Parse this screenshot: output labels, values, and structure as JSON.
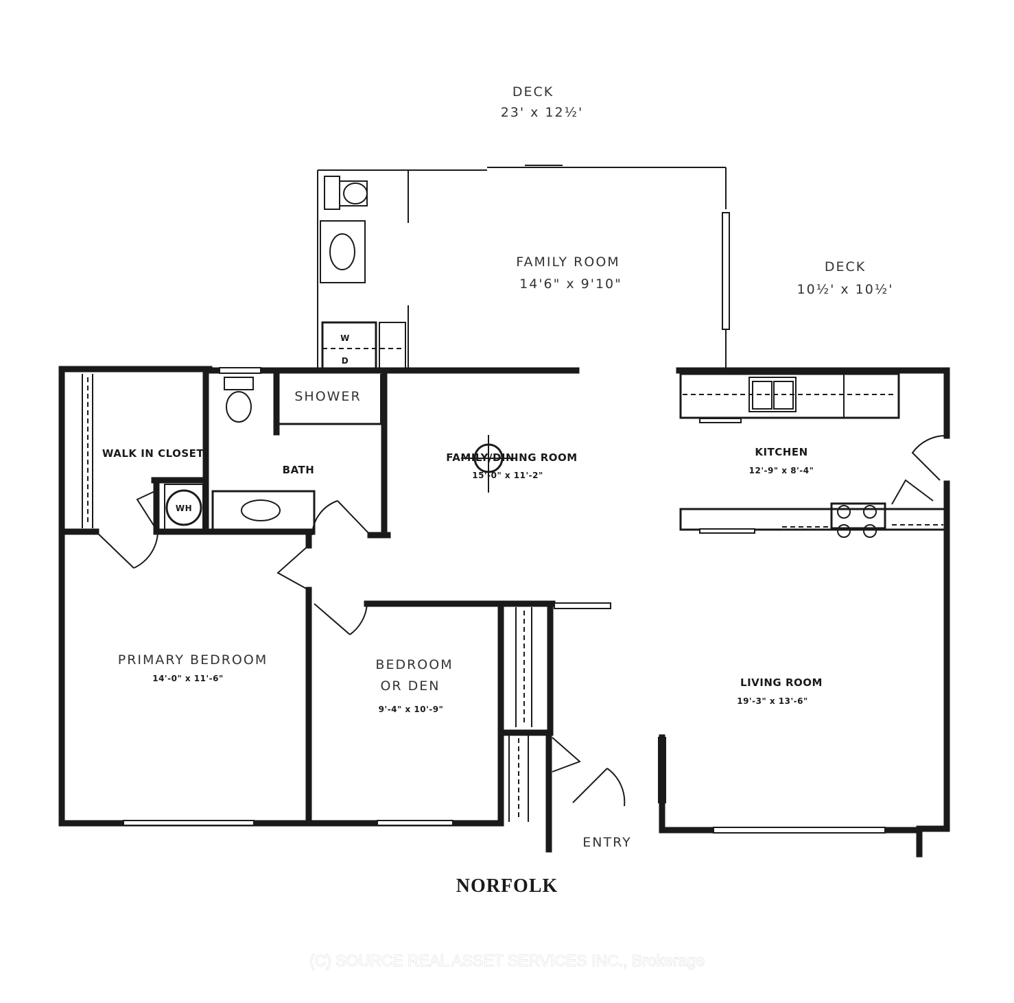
{
  "title": "NORFOLK",
  "watermark": "(C) SOURCE REAL ASSET SERVICES INC., Brokerage",
  "rooms": {
    "deck_top": {
      "name": "DECK",
      "size": "23' x 12½'"
    },
    "deck_right": {
      "name": "DECK",
      "size": "10½' x 10½'"
    },
    "family_room": {
      "name": "FAMILY ROOM",
      "size": "14'6\" x 9'10\""
    },
    "family_dining": {
      "name": "FAMILY/DINING ROOM",
      "size": "15'-0\" x 11'-2\""
    },
    "kitchen": {
      "name": "KITCHEN",
      "size": "12'-9\" x 8'-4\""
    },
    "walk_in_closet": {
      "name": "WALK IN CLOSET"
    },
    "bath": {
      "name": "BATH"
    },
    "shower": {
      "name": "SHOWER"
    },
    "primary_bedroom": {
      "name": "PRIMARY BEDROOM",
      "size": "14'-0\" x 11'-6\""
    },
    "bedroom_den": {
      "name_line1": "BEDROOM",
      "name_line2": "OR DEN",
      "size": "9'-4\" x 10'-9\""
    },
    "living_room": {
      "name": "LIVING ROOM",
      "size": "19'-3\" x 13'-6\""
    },
    "entry": {
      "name": "ENTRY"
    }
  },
  "fixtures": {
    "washer": "W",
    "dryer": "D",
    "water_heater": "WH"
  }
}
